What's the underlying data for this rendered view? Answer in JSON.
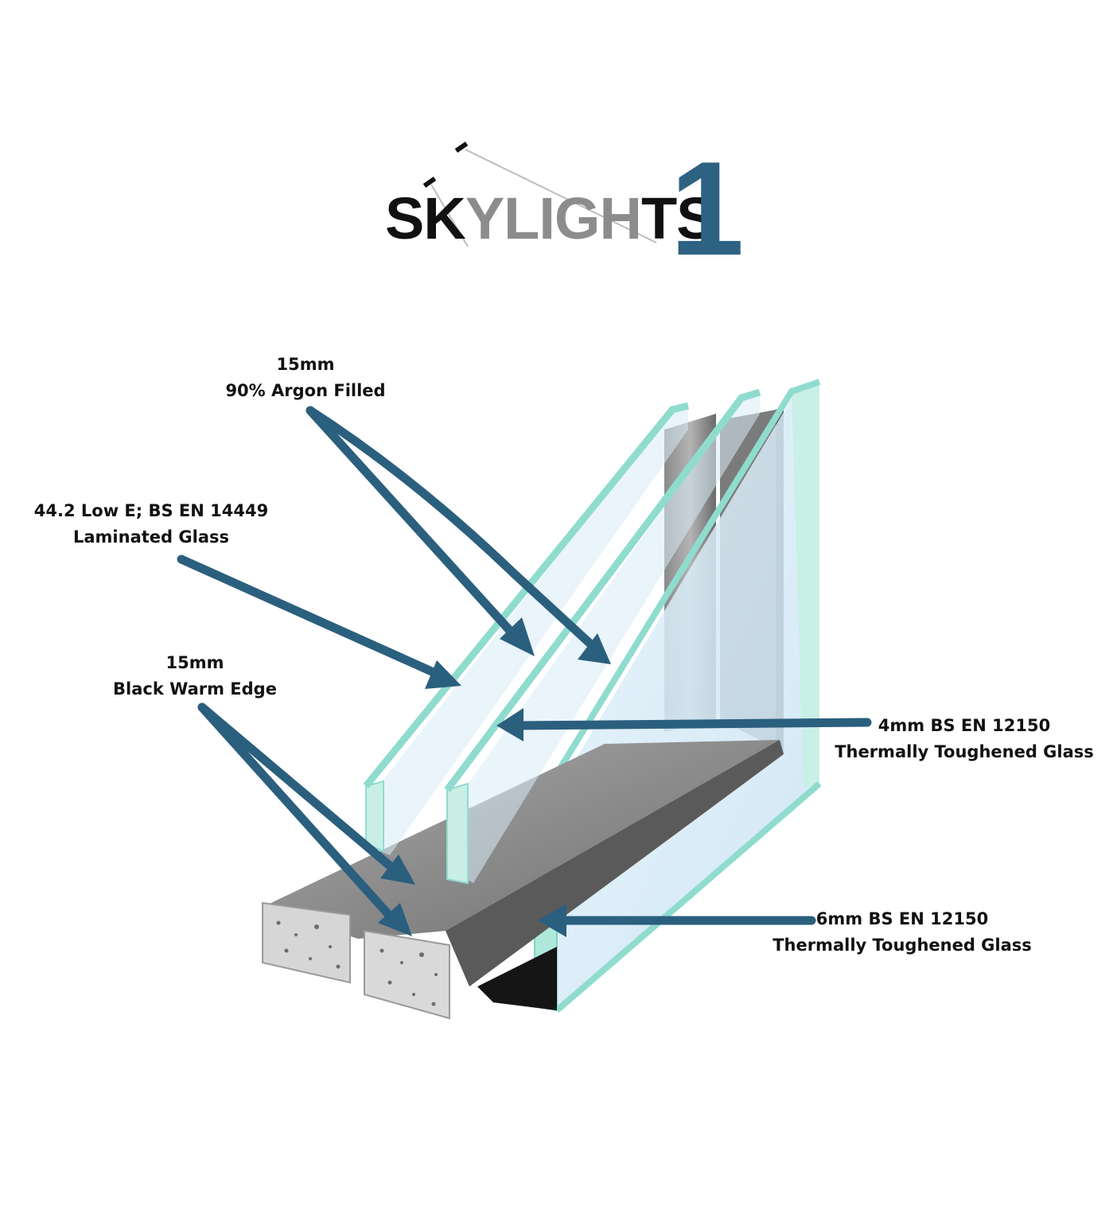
{
  "logo": {
    "word_dark_1": "SK",
    "word_grey": "YLIGH",
    "word_dark_2": "TS",
    "numeral": "1",
    "colors": {
      "dark": "#111111",
      "grey": "#8c8c8c",
      "accent": "#2d6283"
    }
  },
  "labels": {
    "argon": {
      "line1": "15mm",
      "line2": "90% Argon Filled"
    },
    "laminated": {
      "line1": "44.2 Low E; BS EN 14449",
      "line2": "Laminated Glass"
    },
    "warm_edge": {
      "line1": "15mm",
      "line2": "Black Warm Edge"
    },
    "glass_4mm": {
      "line1": "4mm BS EN 12150",
      "line2": "Thermally Toughened Glass"
    },
    "glass_6mm": {
      "line1": "6mm BS EN 12150",
      "line2": "Thermally Toughened Glass"
    }
  },
  "colors": {
    "arrow": "#2b5f7e",
    "glass_edge": "#8fdccf",
    "glass_face": "#d6ecf8",
    "spacer": "#8a8a8a"
  }
}
